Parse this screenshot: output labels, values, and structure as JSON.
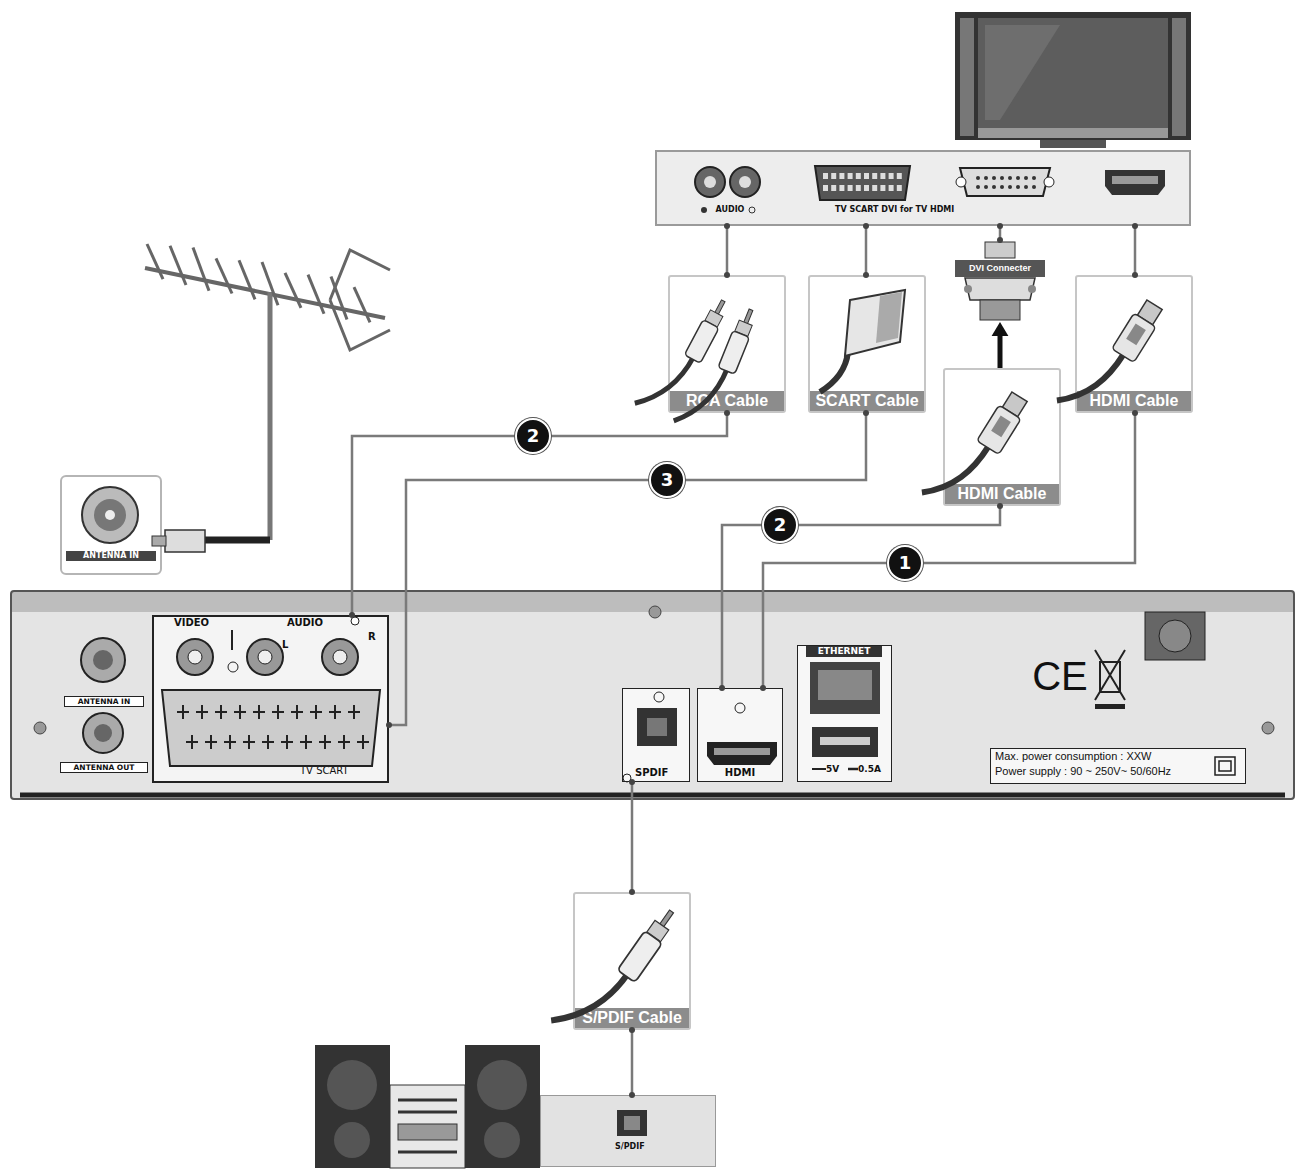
{
  "diagram": {
    "nodes": [
      {
        "text": [
          "AUDIO",
          "TV SCART DVI for TV HDMI"
        ]
      },
      {
        "text": [
          "DVI Connecter"
        ]
      },
      {
        "text": [
          "RCA Cable"
        ]
      },
      {
        "text": [
          "SCART Cable"
        ]
      },
      {
        "text": [
          "HDMI Cable"
        ]
      },
      {
        "text": [
          "HDMI Cable"
        ]
      },
      {
        "text": [
          "ANTENNA IN"
        ]
      },
      {
        "text": [
          "ANTENNA IN",
          "ANTENNA OUT",
          "CE"
        ]
      },
      {
        "text": [
          "VIDEO",
          "AUDIO",
          "L",
          "R",
          "TV SCART"
        ],
        "in": 7
      },
      {
        "text": [
          "SPDIF"
        ],
        "in": 7
      },
      {
        "text": [
          "HDMI"
        ],
        "in": 7
      },
      {
        "text": [
          "ETHERNET",
          "5V",
          "0.5A"
        ],
        "in": 7
      },
      {
        "text": [
          "Max. power consumption : XXW",
          "Power supply : 90 ~ 250V~ 50/60Hz"
        ],
        "in": 7
      },
      {
        "text": [
          "S/PDIF Cable"
        ]
      },
      {
        "text": [
          "S/PDIF"
        ]
      }
    ],
    "edges": [
      {
        "from": 2,
        "to": 0,
        "arrow": "none"
      },
      {
        "from": 3,
        "to": 0,
        "arrow": "none"
      },
      {
        "from": 1,
        "to": 0,
        "arrow": "none"
      },
      {
        "from": 4,
        "to": 1,
        "arrow": "to"
      },
      {
        "from": 5,
        "to": 0,
        "arrow": "none"
      },
      {
        "from": 8,
        "to": 2,
        "label": "2",
        "arrow": "none"
      },
      {
        "from": 8,
        "to": 3,
        "label": "3",
        "arrow": "none"
      },
      {
        "from": 10,
        "to": 4,
        "label": "2",
        "arrow": "none"
      },
      {
        "from": 10,
        "to": 5,
        "label": "1",
        "arrow": "none"
      },
      {
        "from": 9,
        "to": 13,
        "arrow": "none"
      },
      {
        "from": 13,
        "to": 14,
        "arrow": "none"
      }
    ]
  }
}
